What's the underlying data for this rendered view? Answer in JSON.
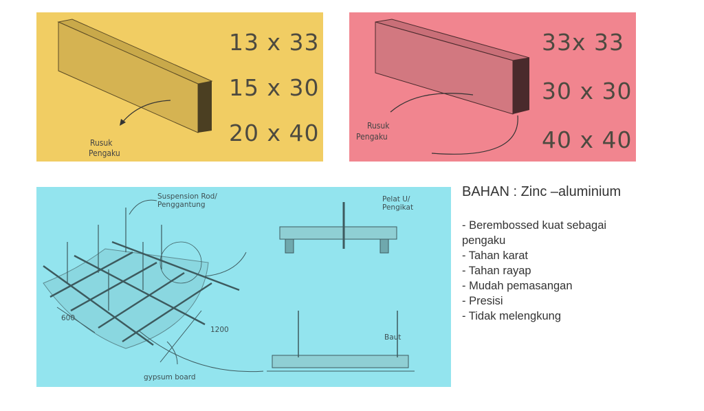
{
  "panel_yellow": {
    "sizes": [
      "13 x 33",
      "15 x 30",
      "20 x 40"
    ],
    "label_line1": "Rusuk",
    "label_line2": "Pengaku"
  },
  "panel_pink": {
    "sizes": [
      "33x 33",
      "30 x 30",
      "40 x 40"
    ],
    "label_line1": "Rusuk",
    "label_line2": "Pengaku"
  },
  "diagram": {
    "suspension_1": "Suspension Rod/",
    "suspension_2": "Penggantung",
    "pelat_1": "Pelat U/",
    "pelat_2": "Pengikat",
    "dim_600": "600",
    "dim_1200": "1200",
    "gypsum": "gypsum board",
    "baut": "Baut"
  },
  "text": {
    "title": "BAHAN : Zinc –aluminium",
    "items": [
      "- Berembossed kuat sebagai pengaku",
      "- Tahan karat",
      "- Tahan rayap",
      "- Mudah pemasangan",
      "- Presisi",
      "- Tidak melengkung"
    ]
  },
  "colors": {
    "yellow": "#f1cd63",
    "pink": "#f1858f",
    "cyan": "#93e4ee"
  }
}
